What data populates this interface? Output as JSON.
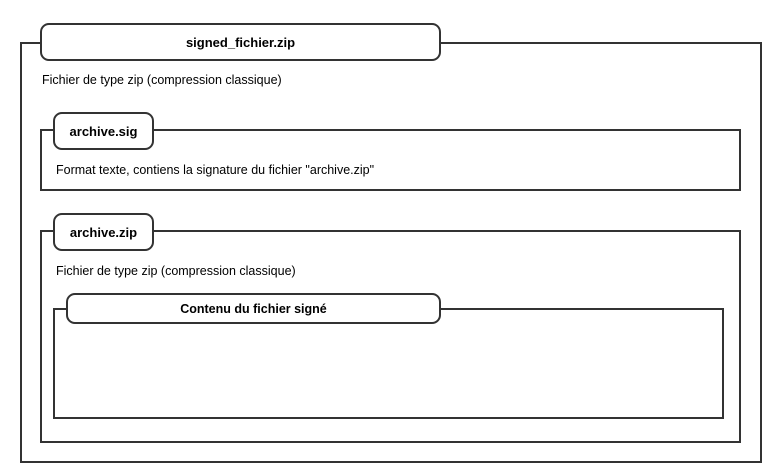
{
  "outer": {
    "title": "signed_fichier.zip",
    "desc": "Fichier de type zip (compression classique)"
  },
  "sig": {
    "title": "archive.sig",
    "desc": "Format texte, contiens la signature du fichier \"archive.zip\""
  },
  "zip": {
    "title": "archive.zip",
    "desc": "Fichier de type zip (compression classique)"
  },
  "content": {
    "title": "Contenu du fichier signé"
  }
}
